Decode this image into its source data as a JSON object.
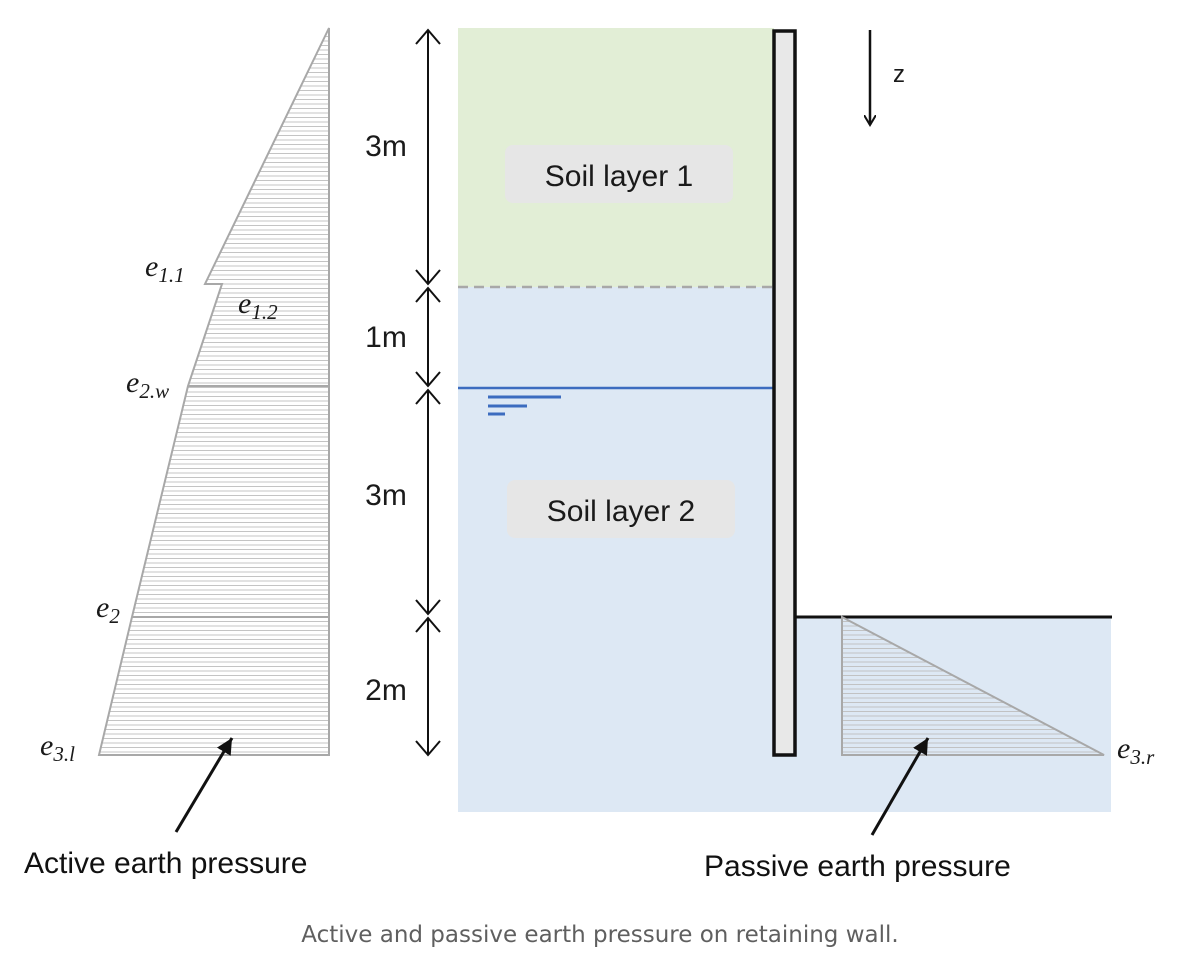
{
  "colors": {
    "soil_layer_1": "#e2eed6",
    "soil_layer_2": "#dde8f4",
    "water_table": "#3c6cbf",
    "diagram_gray": "#a8a8a8",
    "wall_fill": "#e8e8e8",
    "label_box": "#e6e6e6"
  },
  "dimensions": {
    "d1": "3m",
    "d2": "1m",
    "d3": "3m",
    "d4": "2m"
  },
  "soil_layers": {
    "layer1": "Soil layer 1",
    "layer2": "Soil layer 2"
  },
  "axis": {
    "z_label": "z"
  },
  "pressure_labels": {
    "e11": {
      "base": "e",
      "sub": "1.1"
    },
    "e12": {
      "base": "e",
      "sub": "1.2"
    },
    "e2w": {
      "base": "e",
      "sub": "2.w"
    },
    "e2": {
      "base": "e",
      "sub": "2"
    },
    "e3l": {
      "base": "e",
      "sub": "3.l"
    },
    "e3r": {
      "base": "e",
      "sub": "3.r"
    }
  },
  "annotations": {
    "active": "Active earth pressure",
    "passive": "Passive earth pressure"
  },
  "caption": "Active and passive earth pressure on retaining wall.",
  "icons": [
    "water-table-icon",
    "z-axis-arrow-icon",
    "dimension-arrow-icon"
  ]
}
